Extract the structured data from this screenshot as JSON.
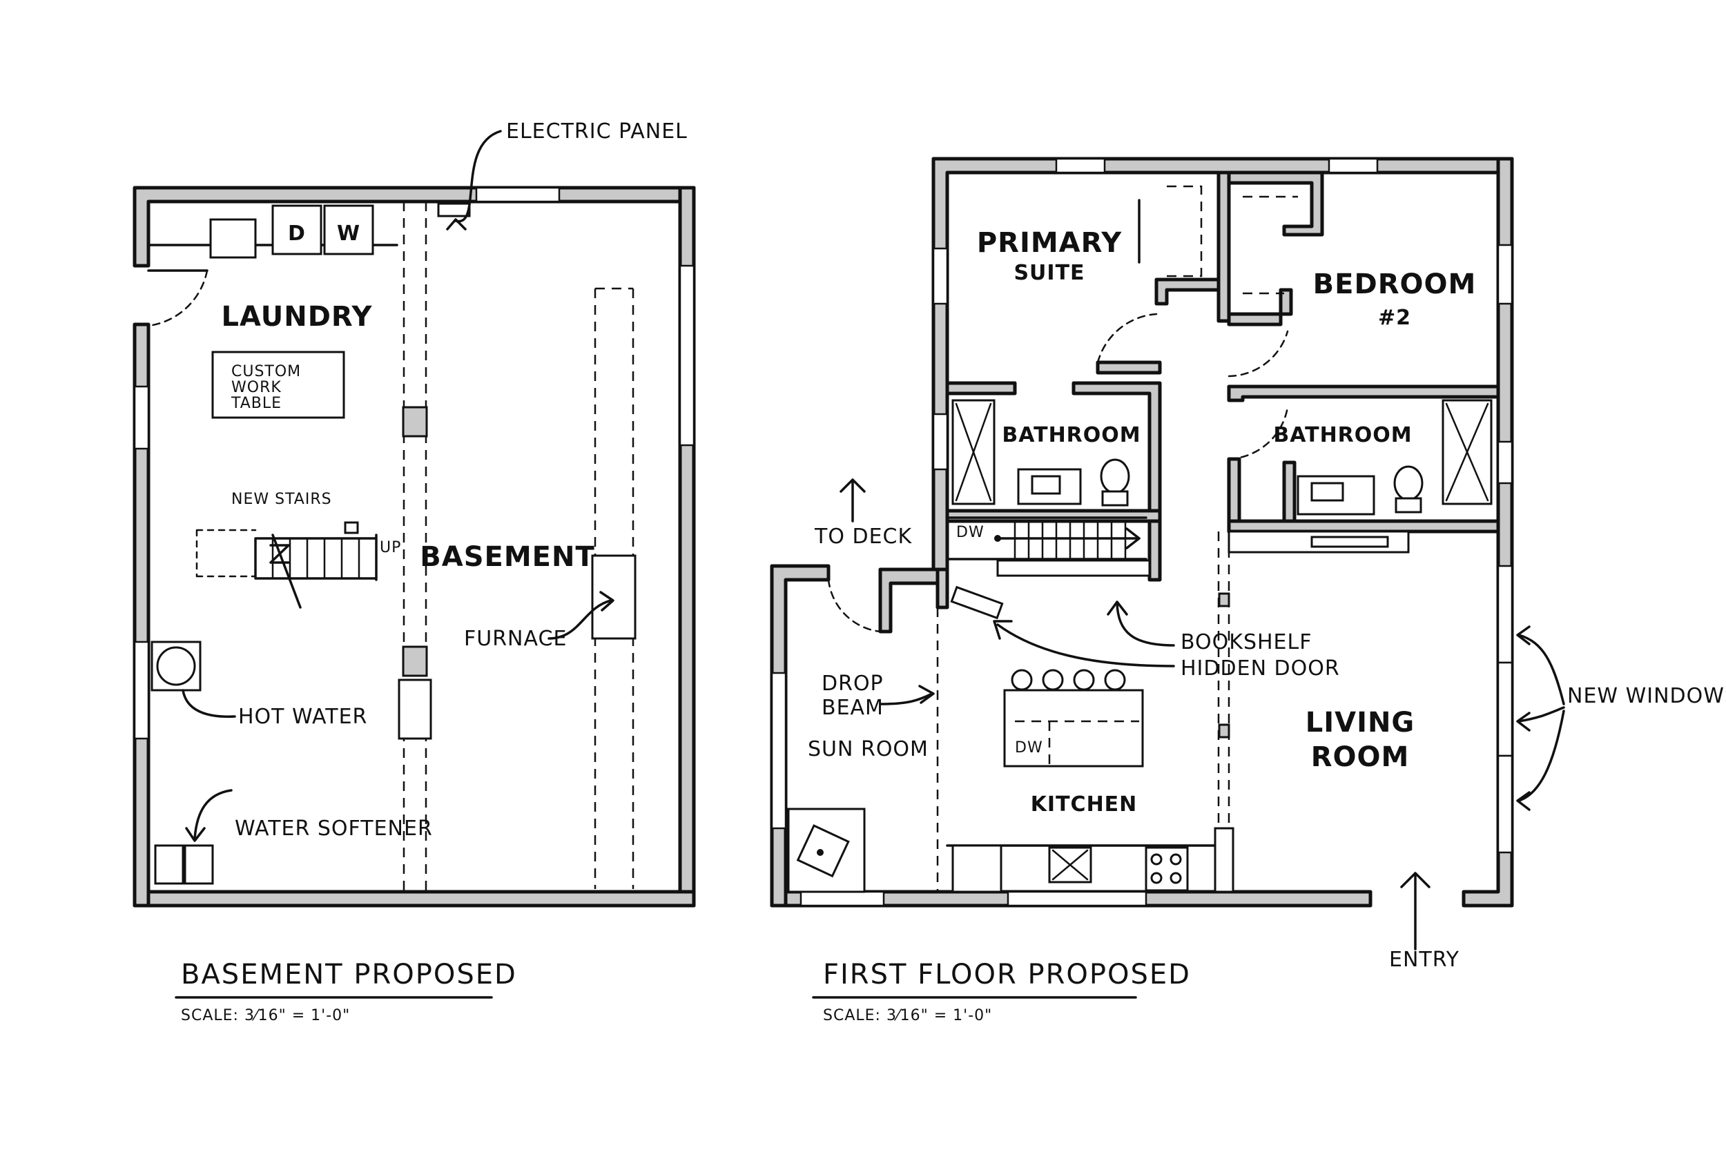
{
  "basement": {
    "title": "BASEMENT PROPOSED",
    "scale": "SCALE: 3⁄16\" = 1'-0\"",
    "labels": {
      "electric_panel": "ELECTRIC PANEL",
      "laundry": "LAUNDRY",
      "work_table_line1": "CUSTOM",
      "work_table_line2": "WORK",
      "work_table_line3": "TABLE",
      "new_stairs": "NEW STAIRS",
      "up": "UP",
      "basement": "BASEMENT",
      "furnace": "FURNACE",
      "hot_water": "HOT WATER",
      "water_softener": "WATER SOFTENER",
      "dryer": "D",
      "washer": "W"
    }
  },
  "first_floor": {
    "title": "FIRST FLOOR PROPOSED",
    "scale": "SCALE: 3⁄16\" = 1'-0\"",
    "labels": {
      "primary_line1": "PRIMARY",
      "primary_line2": "SUITE",
      "bedroom_line1": "BEDROOM",
      "bedroom_line2": "#2",
      "bathroom_left": "BATHROOM",
      "bathroom_right": "BATHROOM",
      "to_deck": "TO DECK",
      "dw_stairs": "DW",
      "bookshelf": "BOOKSHELF",
      "hidden_door": "HIDDEN DOOR",
      "drop_beam_line1": "DROP",
      "drop_beam_line2": "BEAM",
      "sun_room": "SUN ROOM",
      "dw_island": "DW",
      "kitchen": "KITCHEN",
      "living_line1": "LIVING",
      "living_line2": "ROOM",
      "new_windows": "NEW WINDOWS",
      "entry": "ENTRY"
    }
  }
}
